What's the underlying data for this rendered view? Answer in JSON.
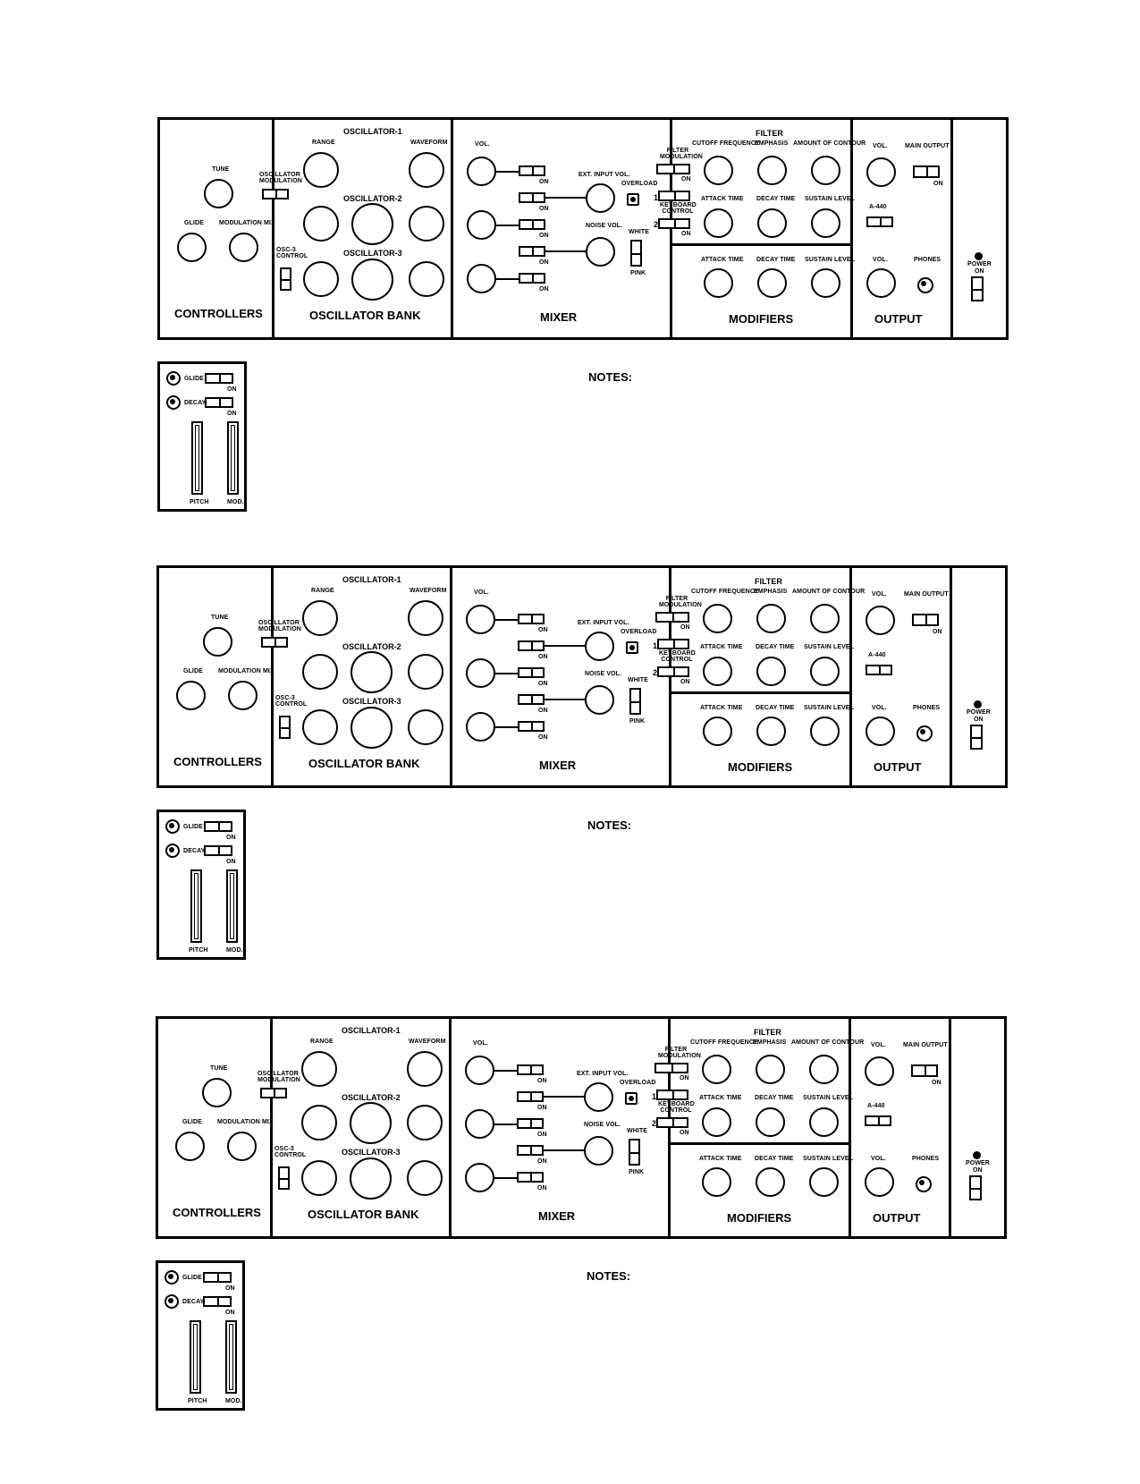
{
  "panels": [
    {
      "controllers": {
        "tune": "TUNE",
        "glide": "GLIDE",
        "modulation_mix": "MODULATION MIX",
        "title": "CONTROLLERS"
      },
      "osc_bank": {
        "oscillator_modulation": "OSCILLATOR MODULATION",
        "osc3_control": "OSC-3 CONTROL",
        "range": "RANGE",
        "waveform": "WAVEFORM",
        "osc1": "OSCILLATOR-1",
        "osc2": "OSCILLATOR-2",
        "osc3": "OSCILLATOR-3",
        "title": "OSCILLATOR BANK"
      },
      "mixer": {
        "vol": "VOL.",
        "on": "ON",
        "ext_input_vol": "EXT. INPUT VOL.",
        "noise_vol": "NOISE VOL.",
        "overload": "OVERLOAD",
        "white": "WHITE",
        "pink": "PINK",
        "title": "MIXER"
      },
      "modifiers": {
        "filter_modulation": "FILTER MODULATION",
        "keyboard_control": "KEYBOARD CONTROL",
        "num1": "1",
        "num2": "2",
        "on": "ON",
        "filter": "FILTER",
        "cutoff_frequency": "CUTOFF FREQUENCY",
        "emphasis": "EMPHASIS",
        "amount_of_contour": "AMOUNT OF CONTOUR",
        "attack_time": "ATTACK TIME",
        "decay_time": "DECAY TIME",
        "sustain_level": "SUSTAIN LEVEL",
        "title": "MODIFIERS"
      },
      "output": {
        "vol": "VOL.",
        "main_output": "MAIN OUTPUT",
        "on": "ON",
        "a440": "A-440",
        "phones": "PHONES",
        "title": "OUTPUT"
      },
      "power": {
        "label": "POWER",
        "on": "ON"
      },
      "controller_pad": {
        "glide": "GLIDE",
        "decay": "DECAY",
        "on": "ON",
        "pitch": "PITCH",
        "mod": "MOD."
      },
      "notes": "NOTES:"
    },
    {
      "controllers": {
        "tune": "TUNE",
        "glide": "GLIDE",
        "modulation_mix": "MODULATION MIX",
        "title": "CONTROLLERS"
      },
      "osc_bank": {
        "oscillator_modulation": "OSCILLATOR MODULATION",
        "osc3_control": "OSC-3 CONTROL",
        "range": "RANGE",
        "waveform": "WAVEFORM",
        "osc1": "OSCILLATOR-1",
        "osc2": "OSCILLATOR-2",
        "osc3": "OSCILLATOR-3",
        "title": "OSCILLATOR BANK"
      },
      "mixer": {
        "vol": "VOL.",
        "on": "ON",
        "ext_input_vol": "EXT. INPUT VOL.",
        "noise_vol": "NOISE VOL.",
        "overload": "OVERLOAD",
        "white": "WHITE",
        "pink": "PINK",
        "title": "MIXER"
      },
      "modifiers": {
        "filter_modulation": "FILTER MODULATION",
        "keyboard_control": "KEYBOARD CONTROL",
        "num1": "1",
        "num2": "2",
        "on": "ON",
        "filter": "FILTER",
        "cutoff_frequency": "CUTOFF FREQUENCY",
        "emphasis": "EMPHASIS",
        "amount_of_contour": "AMOUNT OF CONTOUR",
        "attack_time": "ATTACK TIME",
        "decay_time": "DECAY TIME",
        "sustain_level": "SUSTAIN LEVEL",
        "title": "MODIFIERS"
      },
      "output": {
        "vol": "VOL.",
        "main_output": "MAIN OUTPUT",
        "on": "ON",
        "a440": "A-440",
        "phones": "PHONES",
        "title": "OUTPUT"
      },
      "power": {
        "label": "POWER",
        "on": "ON"
      },
      "controller_pad": {
        "glide": "GLIDE",
        "decay": "DECAY",
        "on": "ON",
        "pitch": "PITCH",
        "mod": "MOD."
      },
      "notes": "NOTES:"
    },
    {
      "controllers": {
        "tune": "TUNE",
        "glide": "GLIDE",
        "modulation_mix": "MODULATION MIX",
        "title": "CONTROLLERS"
      },
      "osc_bank": {
        "oscillator_modulation": "OSCILLATOR MODULATION",
        "osc3_control": "OSC-3 CONTROL",
        "range": "RANGE",
        "waveform": "WAVEFORM",
        "osc1": "OSCILLATOR-1",
        "osc2": "OSCILLATOR-2",
        "osc3": "OSCILLATOR-3",
        "title": "OSCILLATOR BANK"
      },
      "mixer": {
        "vol": "VOL.",
        "on": "ON",
        "ext_input_vol": "EXT. INPUT VOL.",
        "noise_vol": "NOISE VOL.",
        "overload": "OVERLOAD",
        "white": "WHITE",
        "pink": "PINK",
        "title": "MIXER"
      },
      "modifiers": {
        "filter_modulation": "FILTER MODULATION",
        "keyboard_control": "KEYBOARD CONTROL",
        "num1": "1",
        "num2": "2",
        "on": "ON",
        "filter": "FILTER",
        "cutoff_frequency": "CUTOFF FREQUENCY",
        "emphasis": "EMPHASIS",
        "amount_of_contour": "AMOUNT OF CONTOUR",
        "attack_time": "ATTACK TIME",
        "decay_time": "DECAY TIME",
        "sustain_level": "SUSTAIN LEVEL",
        "title": "MODIFIERS"
      },
      "output": {
        "vol": "VOL.",
        "main_output": "MAIN OUTPUT",
        "on": "ON",
        "a440": "A-440",
        "phones": "PHONES",
        "title": "OUTPUT"
      },
      "power": {
        "label": "POWER",
        "on": "ON"
      },
      "controller_pad": {
        "glide": "GLIDE",
        "decay": "DECAY",
        "on": "ON",
        "pitch": "PITCH",
        "mod": "MOD."
      },
      "notes": "NOTES:"
    }
  ]
}
